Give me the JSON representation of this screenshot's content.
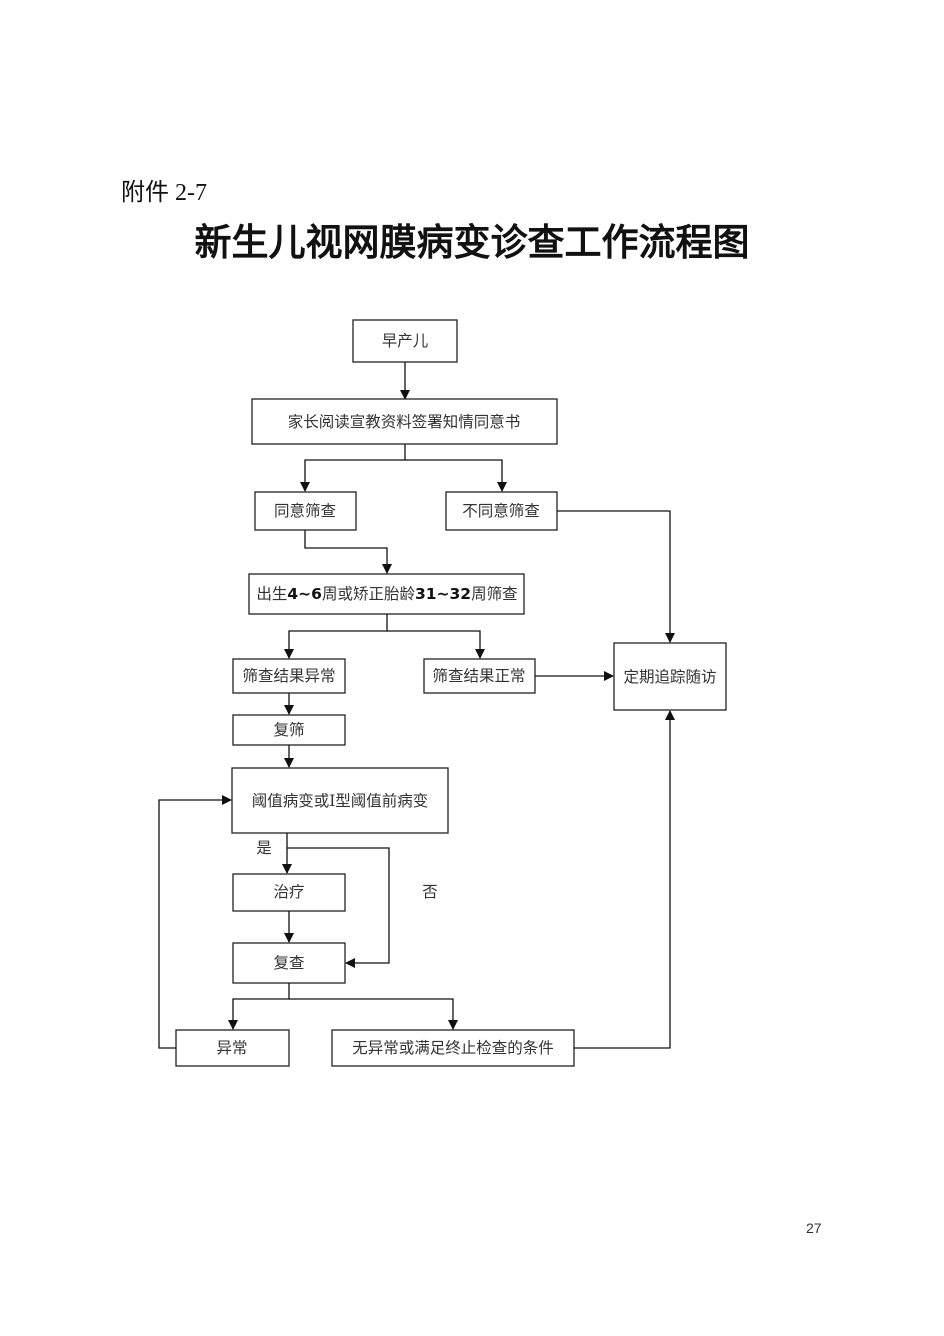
{
  "document": {
    "annex_label": "附件 2-7",
    "title": "新生儿视网膜病变诊查工作流程图",
    "page_number": "27"
  },
  "flowchart": {
    "nodes": {
      "preterm": "早产儿",
      "consent": "家长阅读宣教资料签署知情同意书",
      "agree": "同意筛查",
      "disagree": "不同意筛查",
      "screening_parts": [
        "出生",
        "4~6",
        "周或矫正胎龄",
        "31~32",
        "周筛查"
      ],
      "abnormal_result": "筛查结果异常",
      "normal_result": "筛查结果正常",
      "followup": "定期追踪随访",
      "rescreen": "复筛",
      "threshold": "阈值病变或Ⅰ型阈值前病变",
      "treatment": "治疗",
      "recheck": "复查",
      "abnormal": "异常",
      "terminate": "无异常或满足终止检查的条件"
    },
    "labels": {
      "yes": "是",
      "no": "否"
    }
  }
}
